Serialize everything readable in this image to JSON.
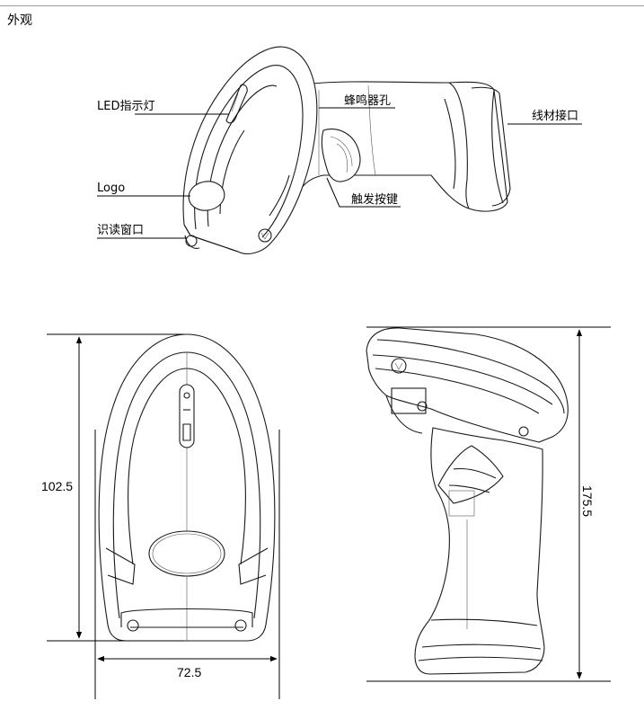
{
  "section": {
    "title": "外观"
  },
  "labels": {
    "led": "LED指示灯",
    "logo": "Logo",
    "window": "识读窗口",
    "buzzer": "蜂鸣器孔",
    "cable": "线材接口",
    "trigger": "触发按键"
  },
  "dimensions": {
    "height_front": "102.5",
    "width_front": "72.5",
    "height_side": "175.5"
  }
}
